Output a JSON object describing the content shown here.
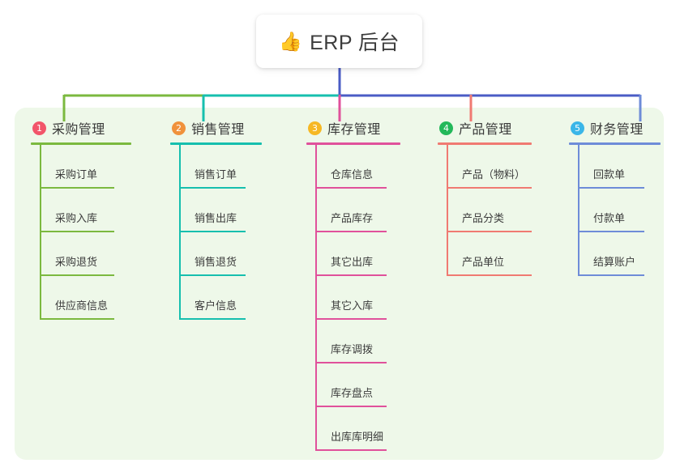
{
  "root": {
    "emoji": "👍",
    "icon_name": "thumbs-up-icon",
    "label": "ERP 后台"
  },
  "colors": {
    "panel_background": "#eef8e9",
    "root_stem": "#4a5cc5",
    "bus_left": "#7bb93f",
    "bus_mid": "#16bfae",
    "bus_right": "#4a5cc5",
    "text": "#3c3c3c"
  },
  "branches": [
    {
      "index": "1",
      "title": "采购管理",
      "badge_color": "#f2556a",
      "line_color": "#7bb93f",
      "head_width": 124,
      "leaf_width": 92,
      "children": [
        "采购订单",
        "采购入库",
        "采购退货",
        "供应商信息"
      ]
    },
    {
      "index": "2",
      "title": "销售管理",
      "badge_color": "#f0923c",
      "line_color": "#16bfae",
      "head_width": 113,
      "leaf_width": 82,
      "children": [
        "销售订单",
        "销售出库",
        "销售退货",
        "客户信息"
      ]
    },
    {
      "index": "3",
      "title": "库存管理",
      "badge_color": "#f6b824",
      "line_color": "#e0519b",
      "head_width": 116,
      "leaf_width": 88,
      "children": [
        "仓库信息",
        "产品库存",
        "其它出库",
        "其它入库",
        "库存调拨",
        "库存盘点",
        "出库库明细"
      ]
    },
    {
      "index": "4",
      "title": "产品管理",
      "badge_color": "#23b85a",
      "line_color": "#f07a72",
      "head_width": 116,
      "leaf_width": 105,
      "children": [
        "产品（物料）",
        "产品分类",
        "产品单位"
      ]
    },
    {
      "index": "5",
      "title": "财务管理",
      "badge_color": "#3ab6e8",
      "line_color": "#6e8cd8",
      "head_width": 113,
      "leaf_width": 82,
      "children": [
        "回款单",
        "付款单",
        "结算账户"
      ]
    }
  ]
}
